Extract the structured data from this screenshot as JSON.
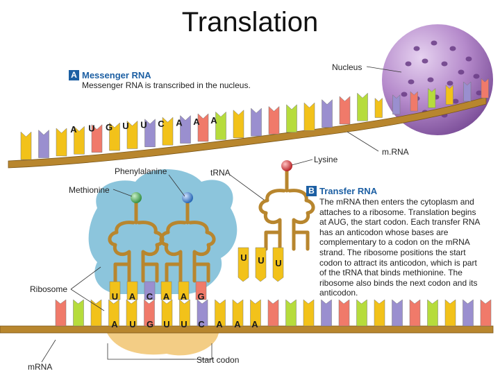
{
  "title": "Translation",
  "section_a": {
    "letter": "A",
    "heading": "Messenger RNA",
    "text": "Messenger RNA is transcribed in the nucleus."
  },
  "section_b": {
    "letter": "B",
    "heading": "Transfer RNA",
    "lines": [
      "The mRNA then enters the cytoplasm and",
      "attaches to a ribosome. Translation begins",
      "at AUG, the start codon. Each transfer RNA",
      "has an anticodon whose bases are",
      "complementary to a codon on the mRNA",
      "strand. The ribosome positions the start",
      "codon to attract its anticodon, which is part",
      "of the tRNA that binds methionine. The",
      "ribosome also binds the next codon and its",
      "anticodon."
    ]
  },
  "labels": {
    "nucleus": "Nucleus",
    "mrna_top": "m.RNA",
    "lysine": "Lysine",
    "phenylalanine": "Phenylalanine",
    "trna": "tRNA",
    "methionine": "Methionine",
    "ribosome": "Ribosome",
    "mrna_bottom": "mRNA",
    "start_codon": "Start codon"
  },
  "top_strand_bases": [
    "A",
    "U",
    "G",
    "U",
    "U",
    "C",
    "A",
    "A",
    "A"
  ],
  "bottom_strand_bases": [
    "A",
    "U",
    "G",
    "U",
    "U",
    "C",
    "A",
    "A",
    "A"
  ],
  "anticodon_bases": [
    "U",
    "A",
    "C",
    "A",
    "A",
    "G"
  ],
  "free_trna_anticodon": [
    "U",
    "U",
    "U"
  ],
  "colors": {
    "A": "#f2c21a",
    "U": "#f2c21a",
    "G": "#f07a6a",
    "C": "#9a8fcf",
    "green": "#b6dc3c",
    "backbone": "#b8862e",
    "ribosome": "#7fbfd8",
    "nucleus": "#b58acb",
    "methionine_ball": "#4caf50",
    "phenylalanine_ball": "#3a7fd0",
    "lysine_ball": "#d6262a",
    "section_blue": "#1c5fa3"
  }
}
